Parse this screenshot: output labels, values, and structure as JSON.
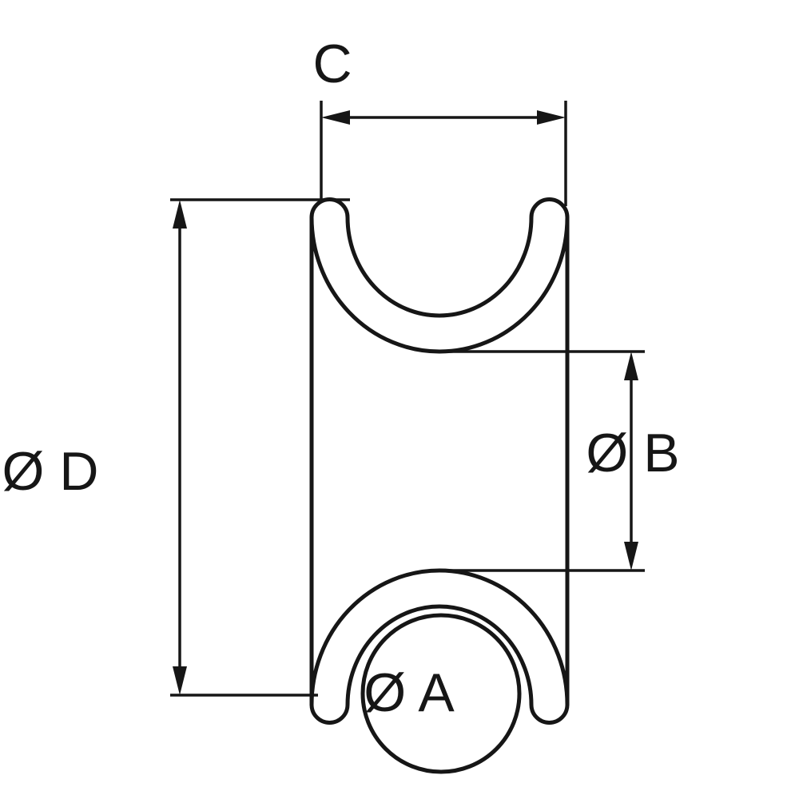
{
  "colors": {
    "line": "#161616",
    "background": "#ffffff"
  },
  "labels": {
    "c": "C",
    "d": "Ø D",
    "b": "Ø B",
    "a": "Ø A"
  }
}
